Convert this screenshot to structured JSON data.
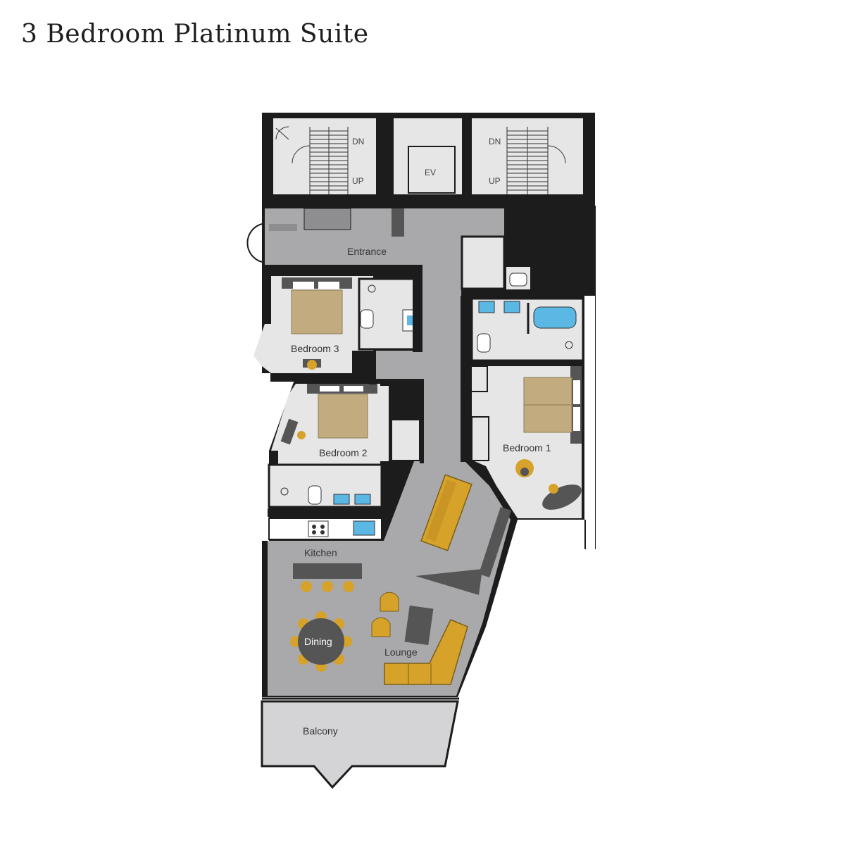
{
  "title": "3 Bedroom Platinum Suite",
  "rooms": {
    "entrance": "Entrance",
    "bedroom3": "Bedroom 3",
    "bedroom2": "Bedroom 2",
    "bedroom1": "Bedroom 1",
    "kitchen": "Kitchen",
    "dining": "Dining",
    "lounge": "Lounge",
    "balcony": "Balcony"
  },
  "core": {
    "elevator": "EV",
    "stair_down_left": "DN",
    "stair_up_left": "UP",
    "stair_down_right": "DN",
    "stair_up_right": "UP"
  },
  "colors": {
    "wall": "#1c1c1c",
    "circulation": "#a9a9ab",
    "room_floor": "#e6e6e7",
    "bed": "#c2ac7f",
    "furniture": "#d6a22a",
    "fixture": "#5bb7e3",
    "dark_furniture": "#555555"
  }
}
